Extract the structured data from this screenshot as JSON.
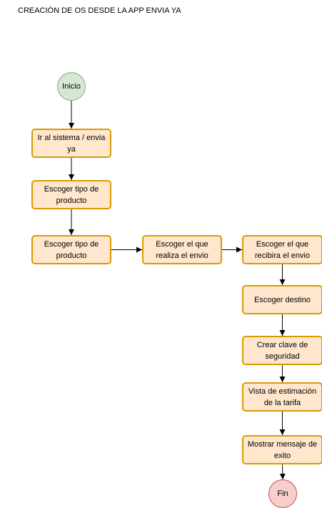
{
  "diagram": {
    "title": "CREACIÓN DE OS DESDE LA APP ENVIA YA",
    "colors": {
      "process_fill": "#ffe6cc",
      "process_border": "#d79b00",
      "start_fill": "#d5e8d4",
      "start_border": "#82b366",
      "end_fill": "#f8cecc",
      "end_border": "#b85450",
      "connector": "#000000"
    },
    "nodes": {
      "start": "Inicio",
      "step1": "Ir al sistema / envia ya",
      "step2": "Escoger tipo de producto",
      "step3": "Escoger tipo de producto",
      "step4": "Escoger el que realiza el envio",
      "step5": "Escoger el que recibira el envio",
      "step6": "Escoger destino",
      "step7": "Crear clave de seguridad",
      "step8": "Vista de estimación de la tarifa",
      "step9": "Mostrar mensaje de exito",
      "end": "Fin"
    },
    "edges": [
      [
        "start",
        "step1"
      ],
      [
        "step1",
        "step2"
      ],
      [
        "step2",
        "step3"
      ],
      [
        "step3",
        "step4"
      ],
      [
        "step4",
        "step5"
      ],
      [
        "step5",
        "step6"
      ],
      [
        "step6",
        "step7"
      ],
      [
        "step7",
        "step8"
      ],
      [
        "step8",
        "step9"
      ],
      [
        "step9",
        "end"
      ]
    ]
  }
}
